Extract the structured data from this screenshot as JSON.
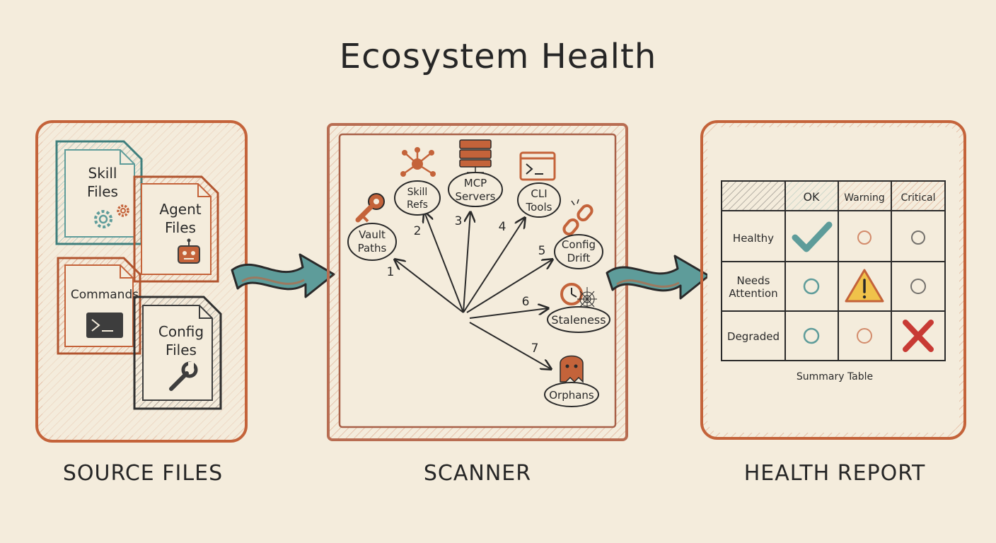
{
  "title": "Ecosystem Health",
  "sections": {
    "source": "SOURCE FILES",
    "scanner": "SCANNER",
    "report": "HEALTH REPORT"
  },
  "source_files": {
    "skill": [
      "Skill",
      "Files"
    ],
    "agent": [
      "Agent",
      "Files"
    ],
    "commands": [
      "Commands"
    ],
    "config": [
      "Config",
      "Files"
    ]
  },
  "scanner_checks": [
    {
      "num": "1",
      "label": [
        "Vault",
        "Paths"
      ],
      "icon": "key-icon"
    },
    {
      "num": "2",
      "label": [
        "Skill",
        "Refs"
      ],
      "icon": "network-icon"
    },
    {
      "num": "3",
      "label": [
        "MCP",
        "Servers"
      ],
      "icon": "server-icon"
    },
    {
      "num": "4",
      "label": [
        "CLI",
        "Tools"
      ],
      "icon": "terminal-icon"
    },
    {
      "num": "5",
      "label": [
        "Config",
        "Drift"
      ],
      "icon": "broken-link-icon"
    },
    {
      "num": "6",
      "label": [
        "Staleness"
      ],
      "icon": "clock-cobweb-icon"
    },
    {
      "num": "7",
      "label": [
        "Orphans"
      ],
      "icon": "ghost-icon"
    }
  ],
  "report_table": {
    "columns": [
      "OK",
      "Warning",
      "Critical"
    ],
    "rows": [
      {
        "label": [
          "Healthy"
        ],
        "marks": [
          "check",
          "circle",
          "circle"
        ]
      },
      {
        "label": [
          "Needs",
          "Attention"
        ],
        "marks": [
          "circle",
          "warning",
          "circle"
        ]
      },
      {
        "label": [
          "Degraded"
        ],
        "marks": [
          "circle",
          "circle",
          "cross"
        ]
      }
    ],
    "caption": "Summary Table"
  },
  "colors": {
    "background": "#f4ecdc",
    "rust": "#c4633a",
    "teal": "#5e9c9a",
    "charcoal": "#3d3d3d",
    "ink": "#2a2a2a",
    "warning_yellow": "#f0c24a",
    "error_red": "#c83a34"
  }
}
